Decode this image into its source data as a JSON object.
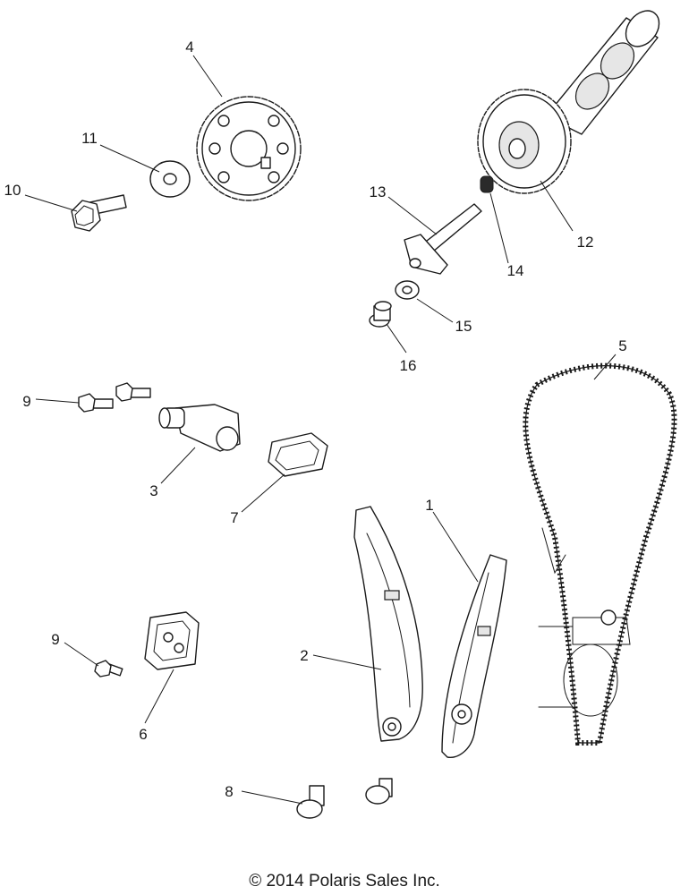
{
  "diagram": {
    "callouts": {
      "c1": "1",
      "c2": "2",
      "c3": "3",
      "c4": "4",
      "c5": "5",
      "c6": "6",
      "c7": "7",
      "c8": "8",
      "c9a": "9",
      "c9b": "9",
      "c10": "10",
      "c11": "11",
      "c12": "12",
      "c13": "13",
      "c14": "14",
      "c15": "15",
      "c16": "16"
    }
  },
  "footer": {
    "copyright": "© 2014 Polaris Sales Inc."
  }
}
